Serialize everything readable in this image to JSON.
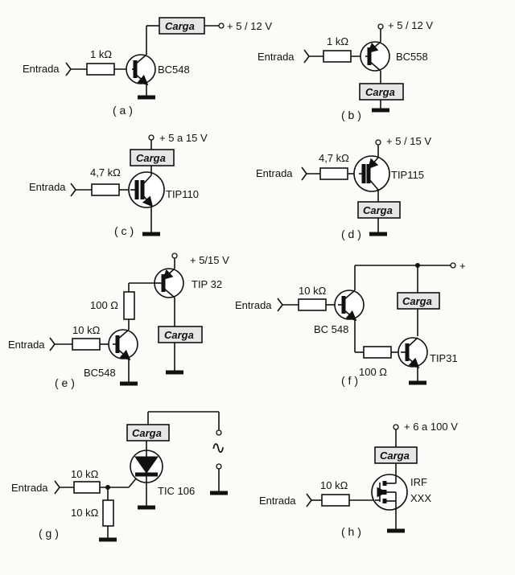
{
  "common": {
    "input_label": "Entrada",
    "load_label": "Carga"
  },
  "circuits": {
    "a": {
      "caption": "( a )",
      "resistor": "1 kΩ",
      "transistor": "BC548",
      "supply": "+ 5 / 12 V"
    },
    "b": {
      "caption": "( b )",
      "resistor": "1 kΩ",
      "transistor": "BC558",
      "supply": "+ 5 / 12 V"
    },
    "c": {
      "caption": "( c )",
      "resistor": "4,7 kΩ",
      "transistor": "TIP110",
      "supply": "+ 5 a 15 V"
    },
    "d": {
      "caption": "( d )",
      "resistor": "4,7 kΩ",
      "transistor": "TIP115",
      "supply": "+ 5 / 15 V"
    },
    "e": {
      "caption": "( e )",
      "resistor_base": "10 kΩ",
      "resistor_mid": "100 Ω",
      "transistor_1": "BC548",
      "transistor_2": "TIP 32",
      "supply": "+ 5/15 V"
    },
    "f": {
      "caption": "( f )",
      "resistor_base": "10 kΩ",
      "resistor_mid": "100 Ω",
      "transistor_1": "BC 548",
      "transistor_2": "TIP31",
      "supply": "+"
    },
    "g": {
      "caption": "( g )",
      "resistor_series": "10 kΩ",
      "resistor_shunt": "10 kΩ",
      "device": "TIC 106",
      "ac_symbol": "∿"
    },
    "h": {
      "caption": "( h )",
      "resistor": "10 kΩ",
      "device_line1": "IRF",
      "device_line2": "XXX",
      "supply": "+ 6 a 100 V"
    }
  }
}
